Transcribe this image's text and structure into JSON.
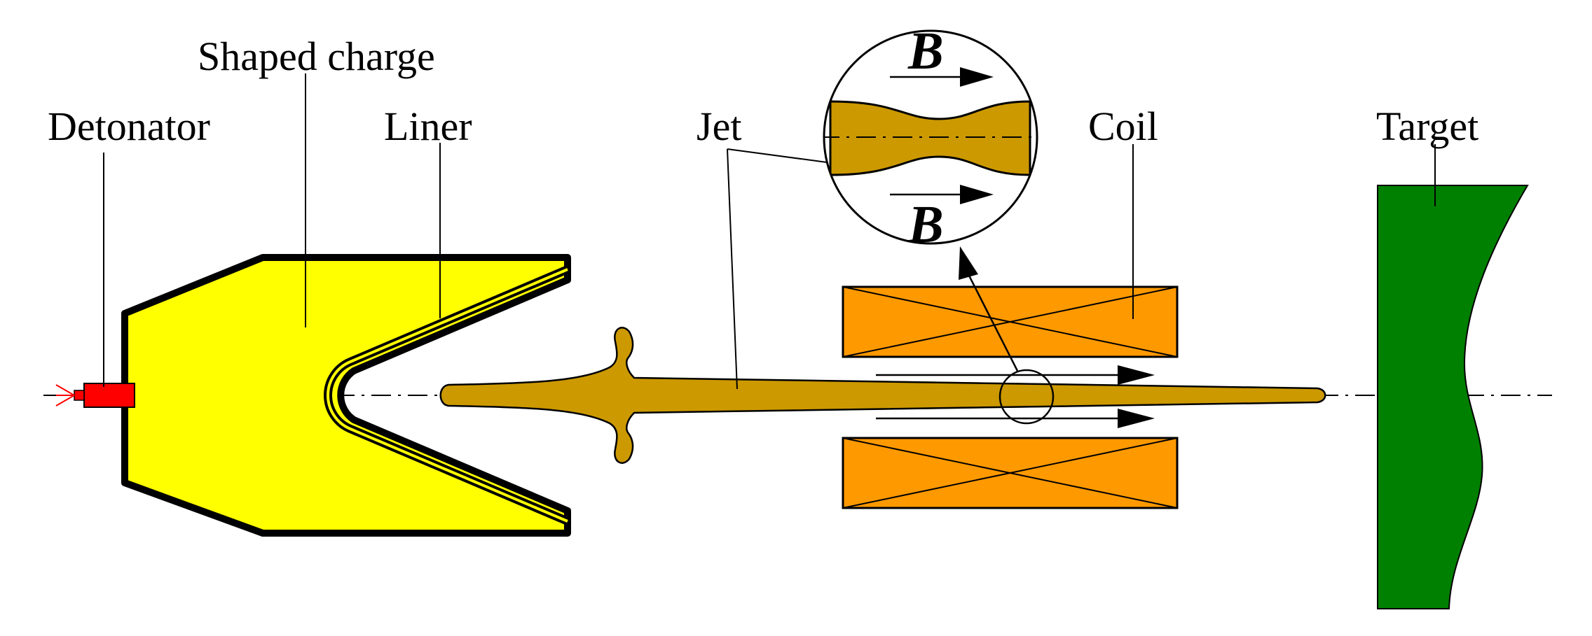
{
  "labels": {
    "detonator": "Detonator",
    "shaped_charge": "Shaped charge",
    "liner": "Liner",
    "jet": "Jet",
    "coil": "Coil",
    "target": "Target",
    "field_top": "B",
    "field_bottom": "B"
  },
  "colors": {
    "charge": "#ffff00",
    "detonator": "#ff0000",
    "jet": "#cc9900",
    "coil": "#ff9900",
    "target": "#008000",
    "outline": "#000000"
  }
}
